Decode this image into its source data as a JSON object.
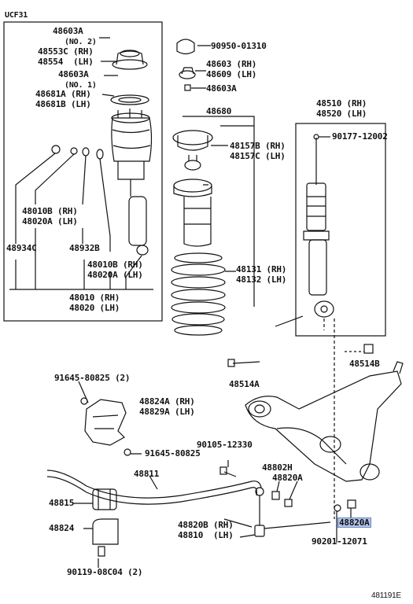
{
  "diagram": {
    "model_code": "UCF31",
    "figure_id": "481191E",
    "highlight_color": "#b3c4ea",
    "labels": {
      "p48603A_top": "48603A",
      "no2": "(NO. 2)",
      "p48553C": "48553C (RH)",
      "p48554": "48554  (LH)",
      "p48603A_mid": "48603A",
      "no1": "(NO. 1)",
      "p48681A": "48681A (RH)",
      "p48681B": "48681B (LH)",
      "p90950": "90950-01310",
      "p48603": "48603 (RH)",
      "p48609": "48609 (LH)",
      "p48603A_right": "48603A",
      "p48680": "48680",
      "p48157B": "48157B (RH)",
      "p48157C": "48157C (LH)",
      "p48510": "48510 (RH)",
      "p48520": "48520 (LH)",
      "p90177": "90177-12002",
      "p48010B_a": "48010B (RH)",
      "p48020A_a": "48020A (LH)",
      "p48934C": "48934C",
      "p48932B": "48932B",
      "p48010B_b": "48010B (RH)",
      "p48020A_b": "48020A (LH)",
      "p48010": "48010 (RH)",
      "p48020": "48020 (LH)",
      "p48131": "48131 (RH)",
      "p48132": "48132 (LH)",
      "p48514B": "48514B",
      "p48514A": "48514A",
      "p91645_a": "91645-80825 (2)",
      "p48824A": "48824A (RH)",
      "p48829A": "48829A (LH)",
      "p91645_b": "91645-80825",
      "p90105": "90105-12330",
      "p48811": "48811",
      "p48802H": "48802H",
      "p48820A_mid": "48820A",
      "p48815": "48815",
      "p48820B": "48820B (RH)",
      "p48810": "48810  (LH)",
      "p48820A_hl": "48820A",
      "p48824": "48824",
      "p90201": "90201-12071",
      "p90119": "90119-08C04 (2)"
    }
  }
}
